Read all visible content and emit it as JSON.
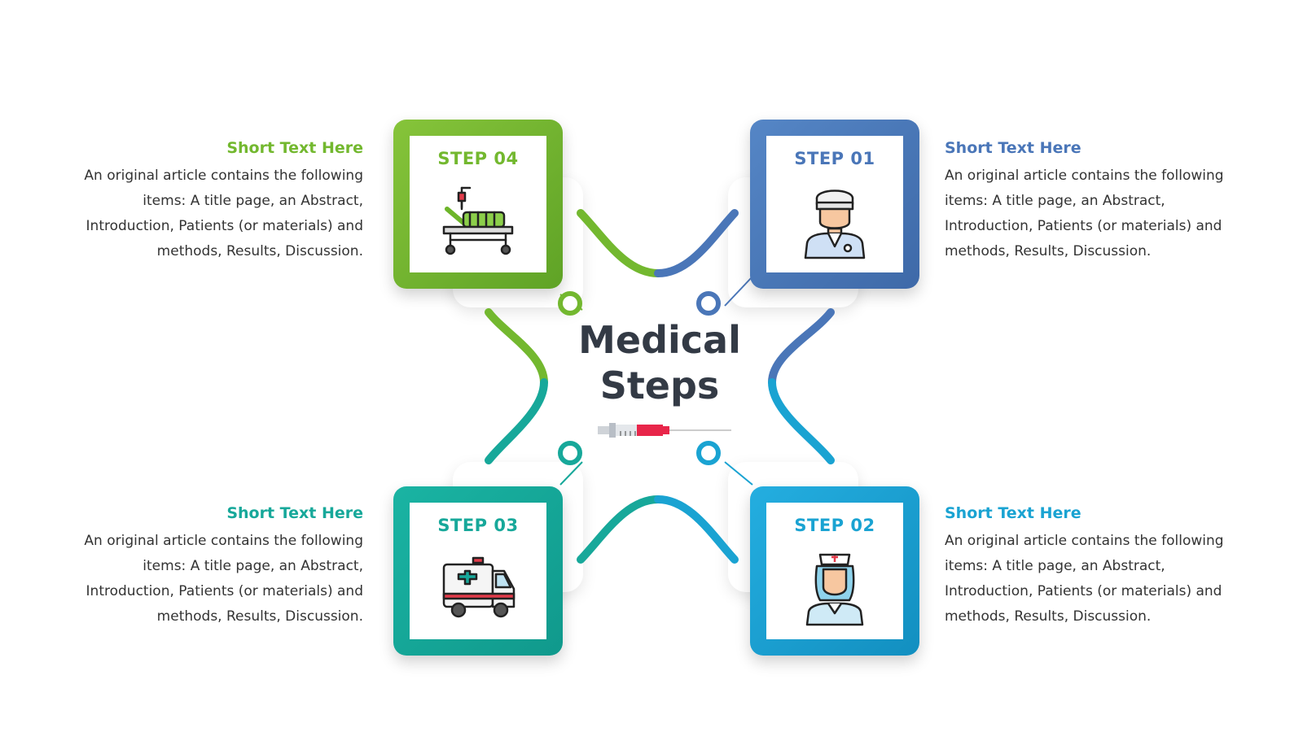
{
  "center": {
    "title_line1": "Medical",
    "title_line2": "Steps",
    "icon": "syringe-icon"
  },
  "colors": {
    "green": "#73b82f",
    "blue": "#4a76b8",
    "teal": "#17a89a",
    "cyan": "#1aa3d2",
    "text": "#333a45"
  },
  "steps": [
    {
      "label": "STEP 01",
      "icon": "doctor-icon",
      "heading": "Short Text Here",
      "body": "An original article contains the following items: A title page, an Abstract, Introduction, Patients (or materials) and methods, Results, Discussion."
    },
    {
      "label": "STEP 02",
      "icon": "nurse-icon",
      "heading": "Short Text Here",
      "body": "An original article contains the following items: A title page, an Abstract, Introduction, Patients (or materials) and methods, Results, Discussion."
    },
    {
      "label": "STEP 03",
      "icon": "ambulance-icon",
      "heading": "Short Text Here",
      "body": "An original article contains the following items: A title page, an Abstract, Introduction, Patients (or materials) and methods, Results, Discussion."
    },
    {
      "label": "STEP 04",
      "icon": "hospital-bed-icon",
      "heading": "Short Text Here",
      "body": "An original article contains the following items: A title page, an Abstract, Introduction, Patients (or materials) and methods, Results, Discussion."
    }
  ]
}
